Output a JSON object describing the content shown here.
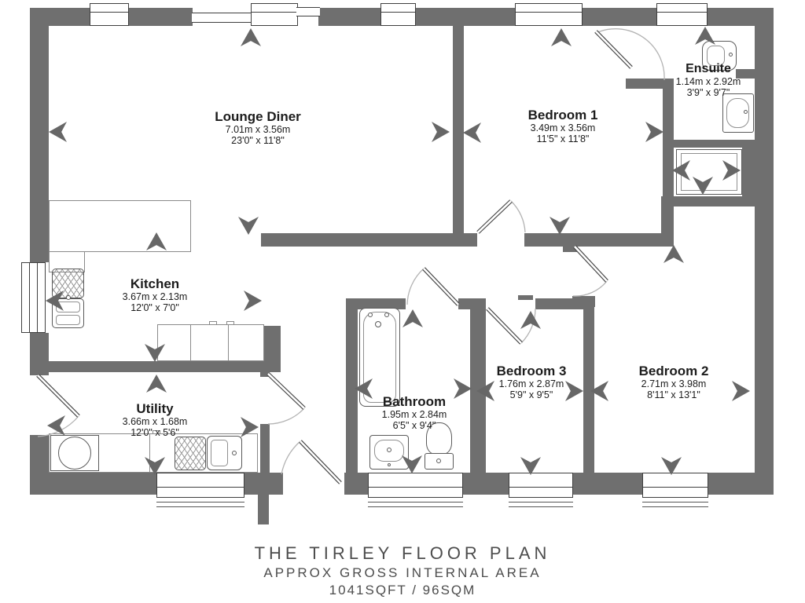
{
  "plan_title": "The Tirley floor plan",
  "rooms": [
    {
      "id": "lounge-diner",
      "name": "Lounge Diner",
      "metric": "7.01m x 3.56m",
      "imperial": "23'0\" x 11'8\""
    },
    {
      "id": "bedroom-1",
      "name": "Bedroom 1",
      "metric": "3.49m x 3.56m",
      "imperial": "11'5\" x 11'8\""
    },
    {
      "id": "ensuite",
      "name": "Ensuite",
      "metric": "1.14m x 2.92m",
      "imperial": "3'9\" x 9'7\""
    },
    {
      "id": "kitchen",
      "name": "Kitchen",
      "metric": "3.67m x 2.13m",
      "imperial": "12'0\" x 7'0\""
    },
    {
      "id": "utility",
      "name": "Utility",
      "metric": "3.66m x 1.68m",
      "imperial": "12'0\" x 5'6\""
    },
    {
      "id": "bathroom",
      "name": "Bathroom",
      "metric": "1.95m x 2.84m",
      "imperial": "6'5\" x 9'4\""
    },
    {
      "id": "bedroom-3",
      "name": "Bedroom 3",
      "metric": "1.76m x 2.87m",
      "imperial": "5'9\" x 9'5\""
    },
    {
      "id": "bedroom-2",
      "name": "Bedroom 2",
      "metric": "2.71m x 3.98m",
      "imperial": "8'11\" x 13'1\""
    }
  ],
  "footer": {
    "title": "THE TIRLEY FLOOR PLAN",
    "subtitle": "APPROX GROSS INTERNAL AREA",
    "area": "1041SQFT / 96SQM"
  },
  "colors": {
    "wall": "#6f6f6f",
    "arrow": "#676767",
    "room_text": "#1c1c1c",
    "footer_text": "#4d4d4d",
    "background": "#ffffff"
  },
  "icons": {
    "viewpoint_arrow": "notched triangle pointing at walls",
    "door": "angled leaf with quarter-circle swing arc",
    "window": "white wall inset with frame lines",
    "fixtures": [
      "bath",
      "shower",
      "toilet",
      "basin",
      "sink-drainer",
      "washing-machine",
      "worktop"
    ]
  }
}
